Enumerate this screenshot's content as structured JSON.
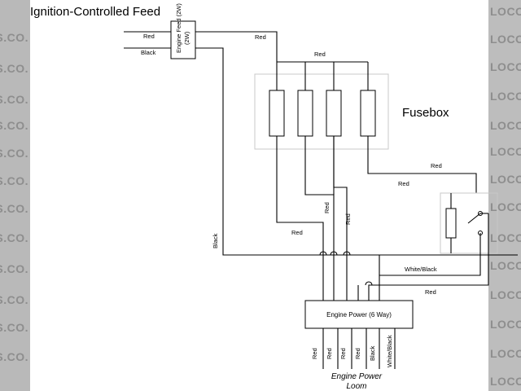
{
  "title": "Ignition-Controlled Feed",
  "fusebox_label": "Fusebox",
  "engine_feed_label": "Engine Feed (2W)",
  "engine_power_label": "Engine Power (6 Way)",
  "loom_label_line1": "Engine Power",
  "loom_label_line2": "Loom",
  "wire_labels": {
    "red": "Red",
    "black": "Black",
    "white_black": "White/Black"
  },
  "loom_wire_labels": [
    "Red",
    "Red",
    "Red",
    "Red",
    "Black",
    "White/Black"
  ],
  "watermark_left": "DERS.CO.",
  "watermark_right": "LOCOST",
  "colors": {
    "line": "#000000",
    "box_grey": "#c8c8c8",
    "strip": "#b9b9b9",
    "watermark": "#8e8e8e"
  }
}
